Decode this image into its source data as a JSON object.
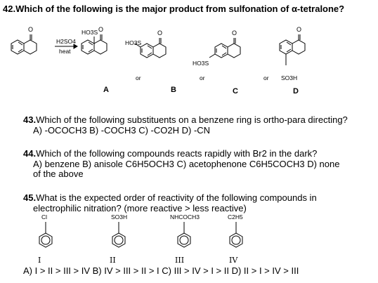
{
  "q42": {
    "number": "42.",
    "text": "Which of the following is the major product from sulfonation of α-tetralone?",
    "reagent_top": "H2SO4",
    "reagent_bottom": "heat",
    "options": [
      {
        "letter": "A",
        "substituent": "HO3S",
        "sep": "or"
      },
      {
        "letter": "B",
        "substituent": "HO3S",
        "sep": "or"
      },
      {
        "letter": "C",
        "substituent": "HO3S",
        "sep": "or"
      },
      {
        "letter": "D",
        "substituent": "SO3H",
        "sep": ""
      }
    ],
    "carbonyl_atom": "O"
  },
  "q43": {
    "number": "43.",
    "text": "Which of the following substituents on a benzene ring is ortho-para directing?",
    "answers": "A) -OCOCH3   B) -COCH3   C) -CO2H   D) -CN"
  },
  "q44": {
    "number": "44.",
    "text": "Which of the following compounds reacts rapidly with Br2 in the dark?",
    "answers_line1": "A) benzene   B) anisole C6H5OCH3   C) acetophenone C6H5COCH3   D) none",
    "answers_line2": "of the above"
  },
  "q45": {
    "number": "45.",
    "text_line1": "What is the expected order of reactivity of the following compounds in",
    "text_line2": "electrophilic nitration?  (more reactive > less reactive)",
    "compounds": [
      {
        "substituent": "Cl",
        "label": "I"
      },
      {
        "substituent": "SO3H",
        "label": "II"
      },
      {
        "substituent": "NHCOCH3",
        "label": "III"
      },
      {
        "substituent": "C2H5",
        "label": "IV"
      }
    ],
    "answers": "A) I > II > III > IV   B) IV > III > II > I   C) III > IV > I > II   D) II > I > IV > III"
  }
}
